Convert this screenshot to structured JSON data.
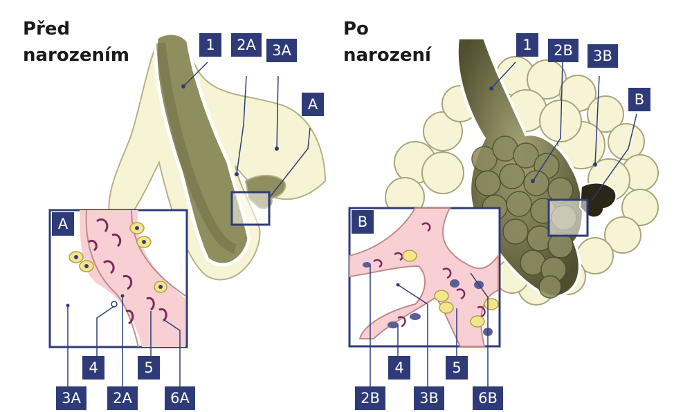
{
  "panels": {
    "before": {
      "title_line1": "Před",
      "title_line2": "narozením",
      "inset_label": "A",
      "labels": {
        "l1": "1",
        "l2a": "2A",
        "l3a": "3A",
        "la": "A",
        "l4": "4",
        "l5": "5",
        "l3a_bottom": "3A",
        "l2a_bottom": "2A",
        "l6a": "6A"
      }
    },
    "after": {
      "title_line1": "Po",
      "title_line2": "narození",
      "inset_label": "B",
      "labels": {
        "l1": "1",
        "l2b": "2B",
        "l3b": "3B",
        "lb": "B",
        "l4": "4",
        "l5": "5",
        "l2b_bottom": "2B",
        "l3b_bottom": "3B",
        "l6b": "6B"
      }
    }
  },
  "colors": {
    "label_bg": "#2e3b78",
    "lung_fill": "#f5f3d0",
    "bronchus_fill": "#8f8e60",
    "tissue_pink": "#f8cfd2",
    "capillary": "#7a2a5c",
    "cell_yellow": "#f2e58a"
  }
}
